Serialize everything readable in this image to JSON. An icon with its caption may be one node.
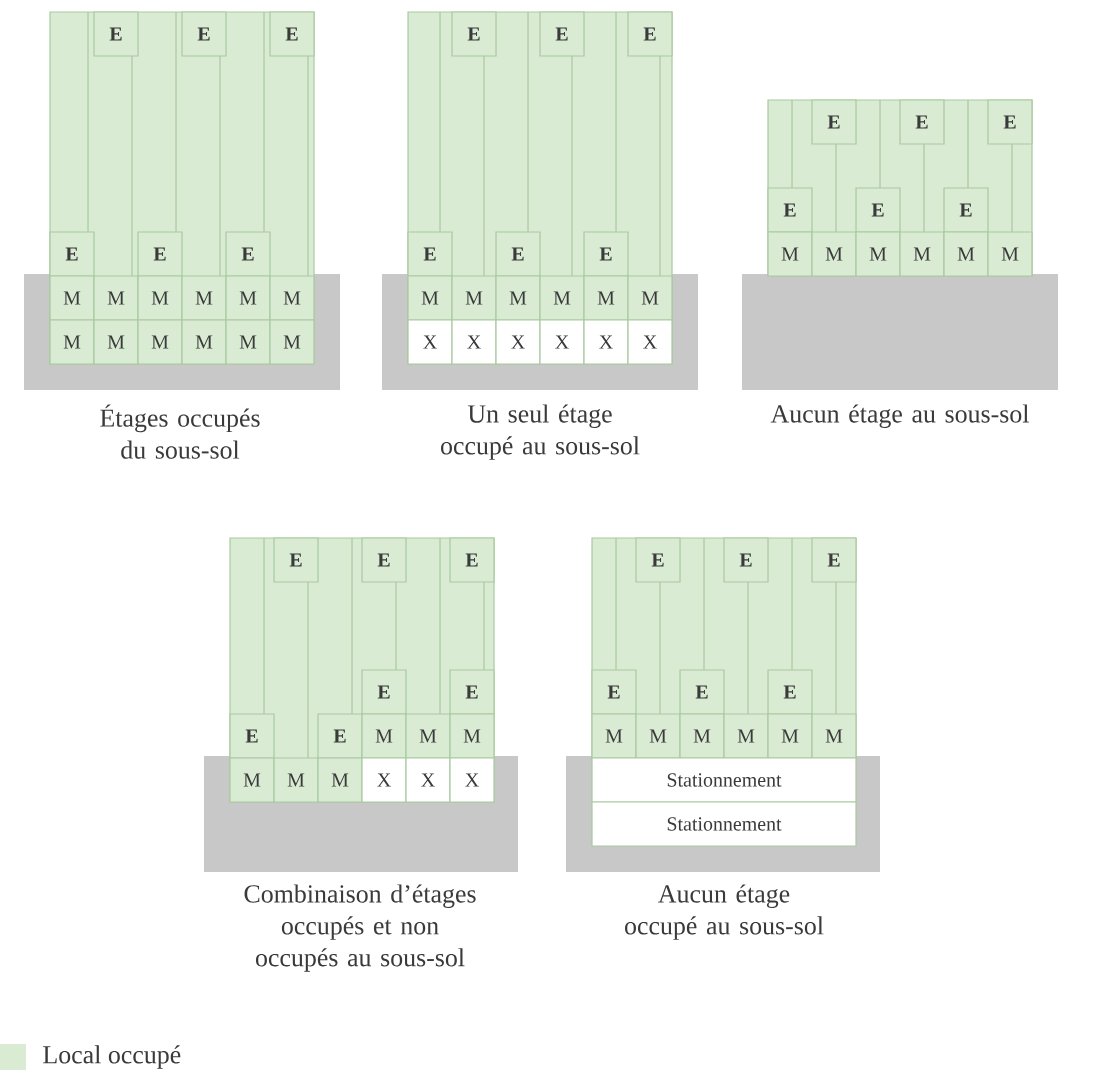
{
  "diagram": {
    "nodes": [
      {
        "text": [
          "E"
        ]
      },
      {
        "text": [
          "E"
        ]
      },
      {
        "text": [
          "E"
        ]
      },
      {
        "text": [
          "E"
        ]
      },
      {
        "text": [
          "E"
        ]
      },
      {
        "text": [
          "E"
        ]
      },
      {
        "text": [
          "M"
        ]
      },
      {
        "text": [
          "M"
        ]
      },
      {
        "text": [
          "M"
        ]
      },
      {
        "text": [
          "M"
        ]
      },
      {
        "text": [
          "M"
        ]
      },
      {
        "text": [
          "M"
        ]
      },
      {
        "text": [
          "M"
        ]
      },
      {
        "text": [
          "M"
        ]
      },
      {
        "text": [
          "M"
        ]
      },
      {
        "text": [
          "M"
        ]
      },
      {
        "text": [
          "M"
        ]
      },
      {
        "text": [
          "M"
        ]
      },
      {
        "text": [
          "E"
        ]
      },
      {
        "text": [
          "E"
        ]
      },
      {
        "text": [
          "E"
        ]
      },
      {
        "text": [
          "E"
        ]
      },
      {
        "text": [
          "E"
        ]
      },
      {
        "text": [
          "E"
        ]
      },
      {
        "text": [
          "M"
        ]
      },
      {
        "text": [
          "M"
        ]
      },
      {
        "text": [
          "M"
        ]
      },
      {
        "text": [
          "M"
        ]
      },
      {
        "text": [
          "M"
        ]
      },
      {
        "text": [
          "M"
        ]
      },
      {
        "text": [
          "X"
        ]
      },
      {
        "text": [
          "X"
        ]
      },
      {
        "text": [
          "X"
        ]
      },
      {
        "text": [
          "X"
        ]
      },
      {
        "text": [
          "X"
        ]
      },
      {
        "text": [
          "X"
        ]
      },
      {
        "text": [
          "E"
        ]
      },
      {
        "text": [
          "E"
        ]
      },
      {
        "text": [
          "E"
        ]
      },
      {
        "text": [
          "E"
        ]
      },
      {
        "text": [
          "E"
        ]
      },
      {
        "text": [
          "E"
        ]
      },
      {
        "text": [
          "M"
        ]
      },
      {
        "text": [
          "M"
        ]
      },
      {
        "text": [
          "M"
        ]
      },
      {
        "text": [
          "M"
        ]
      },
      {
        "text": [
          "M"
        ]
      },
      {
        "text": [
          "M"
        ]
      },
      {
        "text": [
          "E"
        ]
      },
      {
        "text": [
          "E"
        ]
      },
      {
        "text": [
          "E"
        ]
      },
      {
        "text": [
          "E"
        ]
      },
      {
        "text": [
          "E"
        ]
      },
      {
        "text": [
          "E"
        ]
      },
      {
        "text": [
          "E"
        ]
      },
      {
        "text": [
          "M"
        ]
      },
      {
        "text": [
          "M"
        ]
      },
      {
        "text": [
          "M"
        ]
      },
      {
        "text": [
          "M"
        ]
      },
      {
        "text": [
          "M"
        ]
      },
      {
        "text": [
          "M"
        ]
      },
      {
        "text": [
          "X"
        ]
      },
      {
        "text": [
          "X"
        ]
      },
      {
        "text": [
          "X"
        ]
      },
      {
        "text": [
          "E"
        ]
      },
      {
        "text": [
          "E"
        ]
      },
      {
        "text": [
          "E"
        ]
      },
      {
        "text": [
          "E"
        ]
      },
      {
        "text": [
          "E"
        ]
      },
      {
        "text": [
          "E"
        ]
      },
      {
        "text": [
          "M"
        ]
      },
      {
        "text": [
          "M"
        ]
      },
      {
        "text": [
          "M"
        ]
      },
      {
        "text": [
          "M"
        ]
      },
      {
        "text": [
          "M"
        ]
      },
      {
        "text": [
          "M"
        ]
      },
      {
        "text": [
          "Stationnement"
        ]
      },
      {
        "text": [
          "Stationnement"
        ]
      }
    ],
    "labels": [
      "Étages occupés du sous-sol",
      "Un seul étage occupé au sous-sol",
      "Aucun étage au sous-sol",
      "Combinaison d’étages occupés et non occupés au sous-sol",
      "Aucun étage occupé au sous-sol"
    ],
    "legend": [
      {
        "text": "Local occupé",
        "color": "#d9ebd3"
      }
    ]
  }
}
